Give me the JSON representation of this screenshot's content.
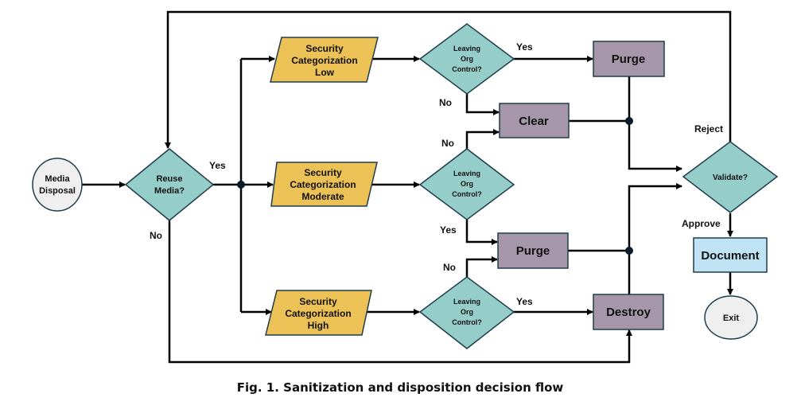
{
  "caption": "Fig. 1. Sanitization and disposition decision flow",
  "colors": {
    "start_end": "#efefef",
    "decision": "#95cdc8",
    "categorization": "#ecc156",
    "action": "#a597a9",
    "document": "#bfe3f2",
    "stroke": "#1f3d4c"
  },
  "nodes": {
    "media_disposal": {
      "line1": "Media",
      "line2": "Disposal"
    },
    "reuse_media": {
      "line1": "Reuse",
      "line2": "Media?"
    },
    "cat_low": {
      "line1": "Security",
      "line2": "Categorization",
      "line3": "Low"
    },
    "cat_moderate": {
      "line1": "Security",
      "line2": "Categorization",
      "line3": "Moderate"
    },
    "cat_high": {
      "line1": "Security",
      "line2": "Categorization",
      "line3": "High"
    },
    "leaving_low": {
      "line1": "Leaving",
      "line2": "Org",
      "line3": "Control?"
    },
    "leaving_moderate": {
      "line1": "Leaving",
      "line2": "Org",
      "line3": "Control?"
    },
    "leaving_high": {
      "line1": "Leaving",
      "line2": "Org",
      "line3": "Control?"
    },
    "purge_top": "Purge",
    "clear": "Clear",
    "purge_mid": "Purge",
    "destroy": "Destroy",
    "validate": "Validate?",
    "document": "Document",
    "exit": "Exit"
  },
  "edge_labels": {
    "reuse_yes": "Yes",
    "reuse_no": "No",
    "low_yes": "Yes",
    "low_no": "No",
    "moderate_no": "No",
    "moderate_yes": "Yes",
    "high_no": "No",
    "high_yes": "Yes",
    "reject": "Reject",
    "approve": "Approve"
  }
}
